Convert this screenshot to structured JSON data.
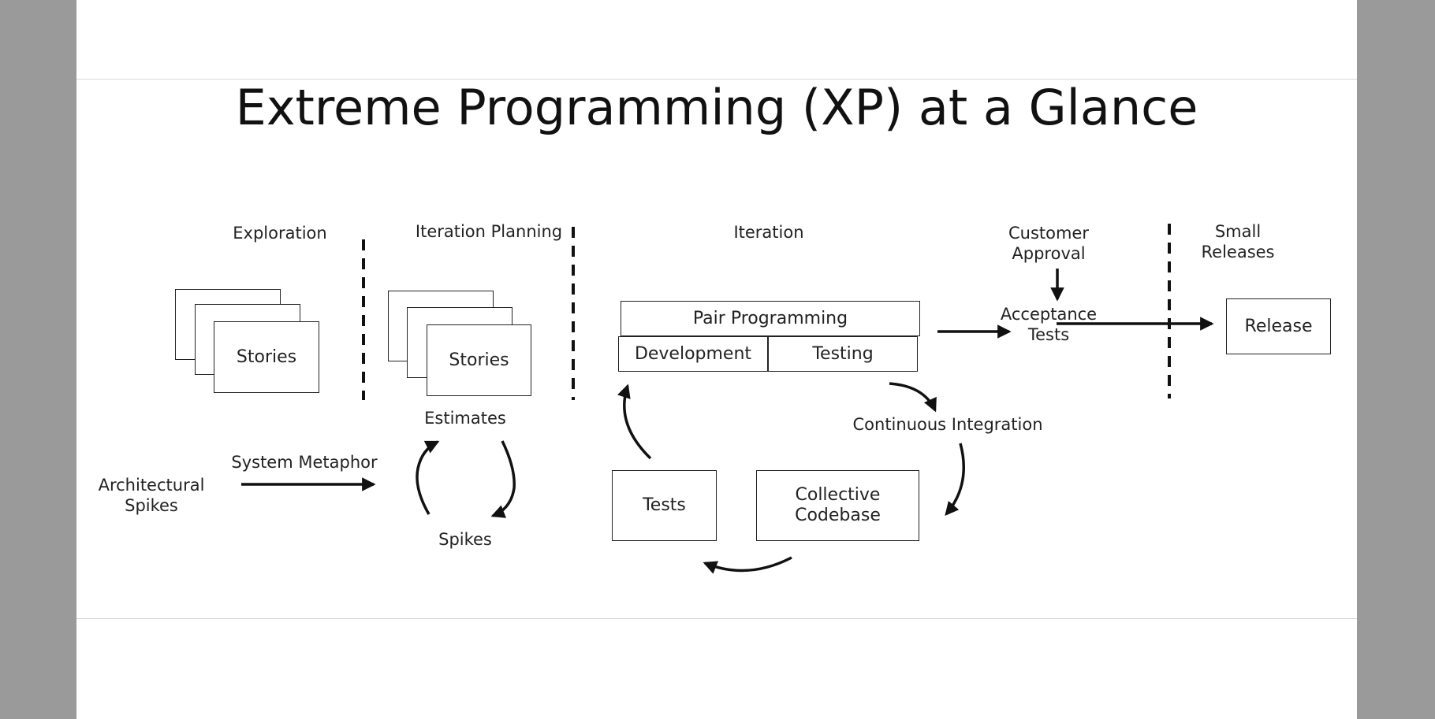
{
  "title": "Extreme Programming (XP) at a Glance",
  "phases": {
    "exploration": "Exploration",
    "iteration_planning": "Iteration Planning",
    "iteration": "Iteration",
    "customer_approval": "Customer Approval",
    "small_releases": "Small Releases"
  },
  "nodes": {
    "stories_1": "Stories",
    "stories_2": "Stories",
    "estimates": "Estimates",
    "spikes": "Spikes",
    "system_metaphor": "System Metaphor",
    "architectural_spikes": "Architectural Spikes",
    "pair_programming": "Pair Programming",
    "development": "Development",
    "testing": "Testing",
    "acceptance_tests": "Acceptance Tests",
    "release": "Release",
    "continuous_integration": "Continuous Integration",
    "tests": "Tests",
    "collective_codebase": "Collective Codebase"
  }
}
